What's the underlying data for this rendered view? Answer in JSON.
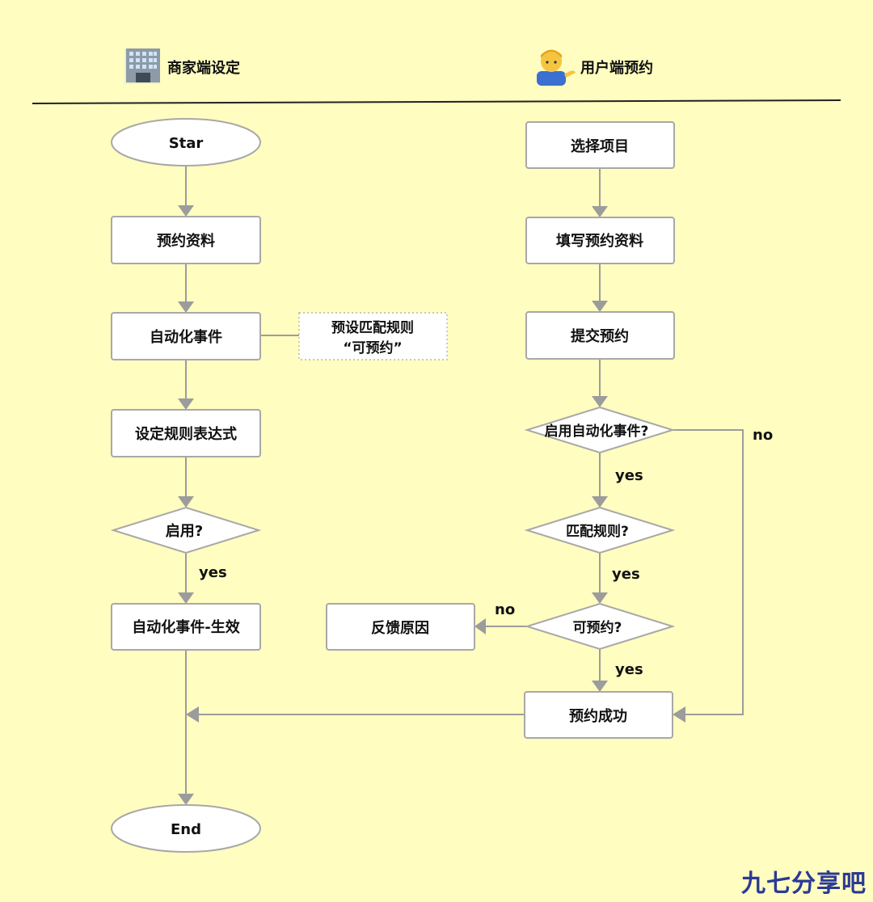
{
  "lanes": {
    "merchant": {
      "title": "商家端设定",
      "icon": "office-building-icon"
    },
    "user": {
      "title": "用户端预约",
      "icon": "person-tipping-hand-icon"
    }
  },
  "nodes": {
    "start": "Star",
    "profile": "预约资料",
    "auto_event": "自动化事件",
    "note_line1": "预设匹配规则",
    "note_line2": "“可预约”",
    "set_rule": "设定规则表达式",
    "enabled": "启用?",
    "event_effective": "自动化事件-生效",
    "end": "End",
    "select_item": "选择项目",
    "fill_profile": "填写预约资料",
    "submit": "提交预约",
    "enable_auto": "启用自动化事件?",
    "match_rule": "匹配规则?",
    "bookable": "可预约?",
    "feedback": "反馈原因",
    "success": "预约成功"
  },
  "edge_labels": {
    "enabled_yes": "yes",
    "enable_auto_yes": "yes",
    "enable_auto_no": "no",
    "match_yes": "yes",
    "bookable_yes": "yes",
    "bookable_no": "no"
  },
  "watermark": "九七分享吧",
  "colors": {
    "background": "#fffdc0",
    "node_fill": "#ffffff",
    "node_stroke": "#a8a8a8",
    "edge": "#9c9c9c",
    "watermark": "#2b3a94"
  }
}
